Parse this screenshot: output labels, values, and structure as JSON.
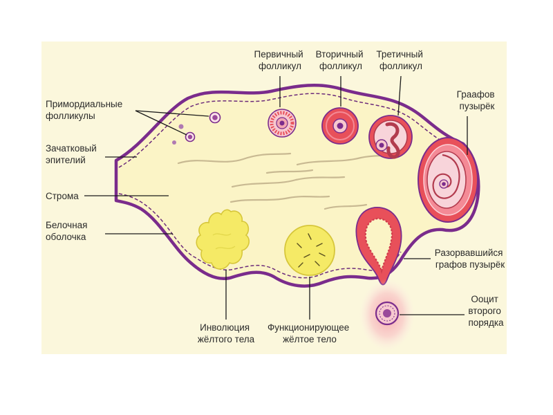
{
  "labels": {
    "primordial": [
      "Примордиальные",
      "фолликулы"
    ],
    "germinal": [
      "Зачатковый",
      "эпителий"
    ],
    "stroma": "Строма",
    "albuginea": [
      "Белочная",
      "оболочка"
    ],
    "primary": [
      "Первичный",
      "фолликул"
    ],
    "secondary": [
      "Вторичный",
      "фолликул"
    ],
    "tertiary": [
      "Третичный",
      "фолликул"
    ],
    "graafian": [
      "Граафов",
      "пузырёк"
    ],
    "ruptured": [
      "Разорвавшийся",
      "графов пузырёк"
    ],
    "oocyte": [
      "Ооцит",
      "второго",
      "порядка"
    ],
    "involution": [
      "Инволюция",
      "жёлтого тела"
    ],
    "functioning": [
      "Функционирующее",
      "жёлтое тело"
    ]
  },
  "colors": {
    "panel": "#fbf7dc",
    "ovary": "#fbf4c6",
    "outline": "#7a2c8c",
    "follicle": "#e8505a",
    "corpus_luteum": "#f5ea66",
    "oocyte": "#9a4a9a"
  }
}
